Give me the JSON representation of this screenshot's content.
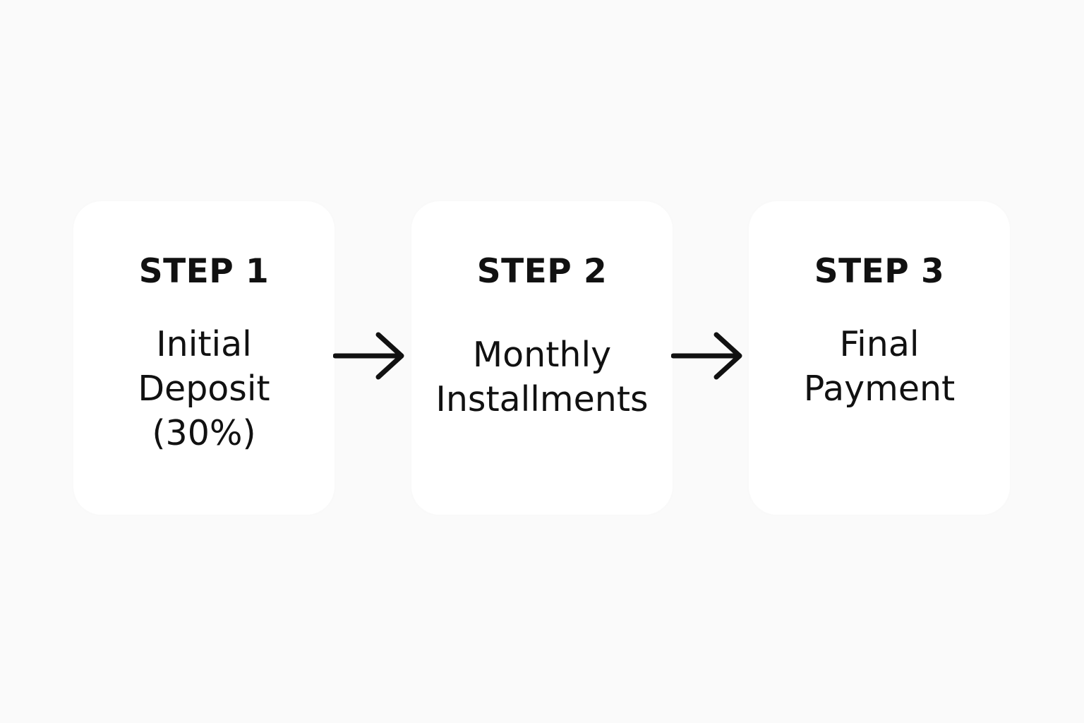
{
  "steps": [
    {
      "title": "STEP 1",
      "description": "Initial\nDeposit\n(30%)"
    },
    {
      "title": "STEP 2",
      "description": "Monthly\nInstallments"
    },
    {
      "title": "STEP 3",
      "description": "Final\nPayment"
    }
  ],
  "colors": {
    "background": "#fafafa",
    "card": "#ffffff",
    "text": "#111111",
    "arrow": "#111111"
  }
}
